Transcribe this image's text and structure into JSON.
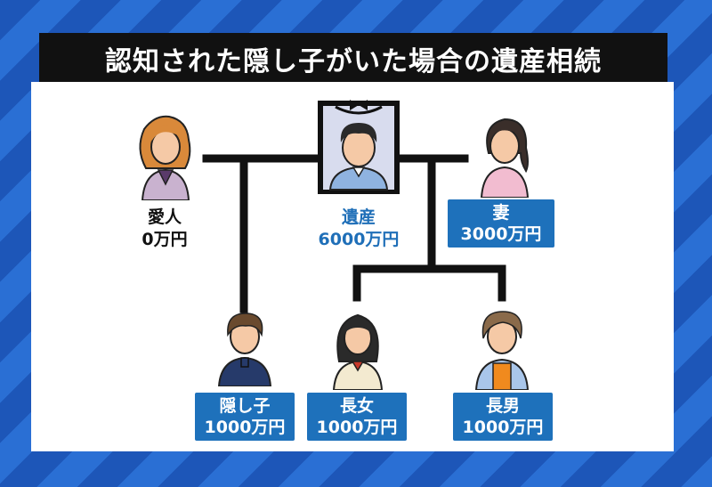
{
  "title": "認知された隠し子がいた場合の遺産相続",
  "people": {
    "mistress": {
      "name": "愛人",
      "amount": "0万円"
    },
    "deceased": {
      "name": "遺産",
      "amount": "6000万円"
    },
    "wife": {
      "name": "妻",
      "amount": "3000万円"
    },
    "hidden_child": {
      "name": "隠し子",
      "amount": "1000万円"
    },
    "eldest_daughter": {
      "name": "長女",
      "amount": "1000万円"
    },
    "eldest_son": {
      "name": "長男",
      "amount": "1000万円"
    }
  },
  "colors": {
    "background_stripe": "#1d56b8",
    "label_box": "#1e71bb",
    "title_bar": "#111111"
  }
}
